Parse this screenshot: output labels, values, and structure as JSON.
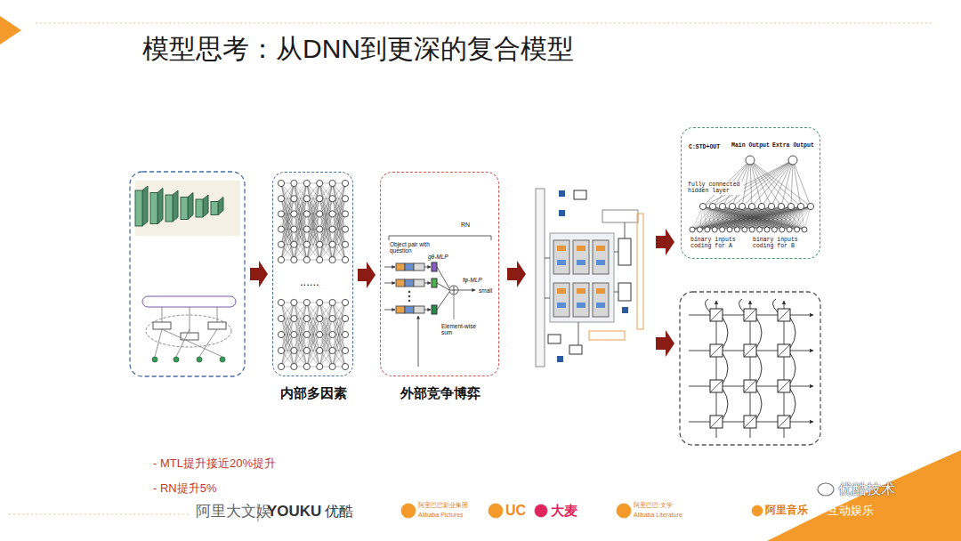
{
  "diagram": {
    "title": "模型思考：从DNN到更深的复合模型",
    "nodes": [
      {
        "text": [
          "内部多因素",
          "......"
        ]
      },
      {
        "text": [
          "外部竞争博弈",
          "RN",
          "Object pair with question",
          "gθ-MLP",
          "fφ-MLP",
          "small",
          "Element-wise sum"
        ]
      },
      {
        "text": [
          "C:STD+OUT",
          "Main Output",
          "Extra Output",
          "fully connected hidden layer",
          "binary inputs coding for A",
          "binary inputs coding for B"
        ]
      }
    ],
    "edges": [
      {
        "from": 0,
        "to": 1,
        "arrow": "to"
      }
    ],
    "labels": [
      "- MTL提升接近20%提升",
      "- RN提升5%",
      "阿里大文娱",
      "YOUKU",
      "优酷",
      "阿里巴巴影业集团",
      "Alibaba Pictures",
      "UC",
      "大麦",
      "阿里巴巴·文学",
      "Alibaba Literature",
      "阿里音乐",
      "互动娱乐",
      "优酷技术"
    ]
  }
}
